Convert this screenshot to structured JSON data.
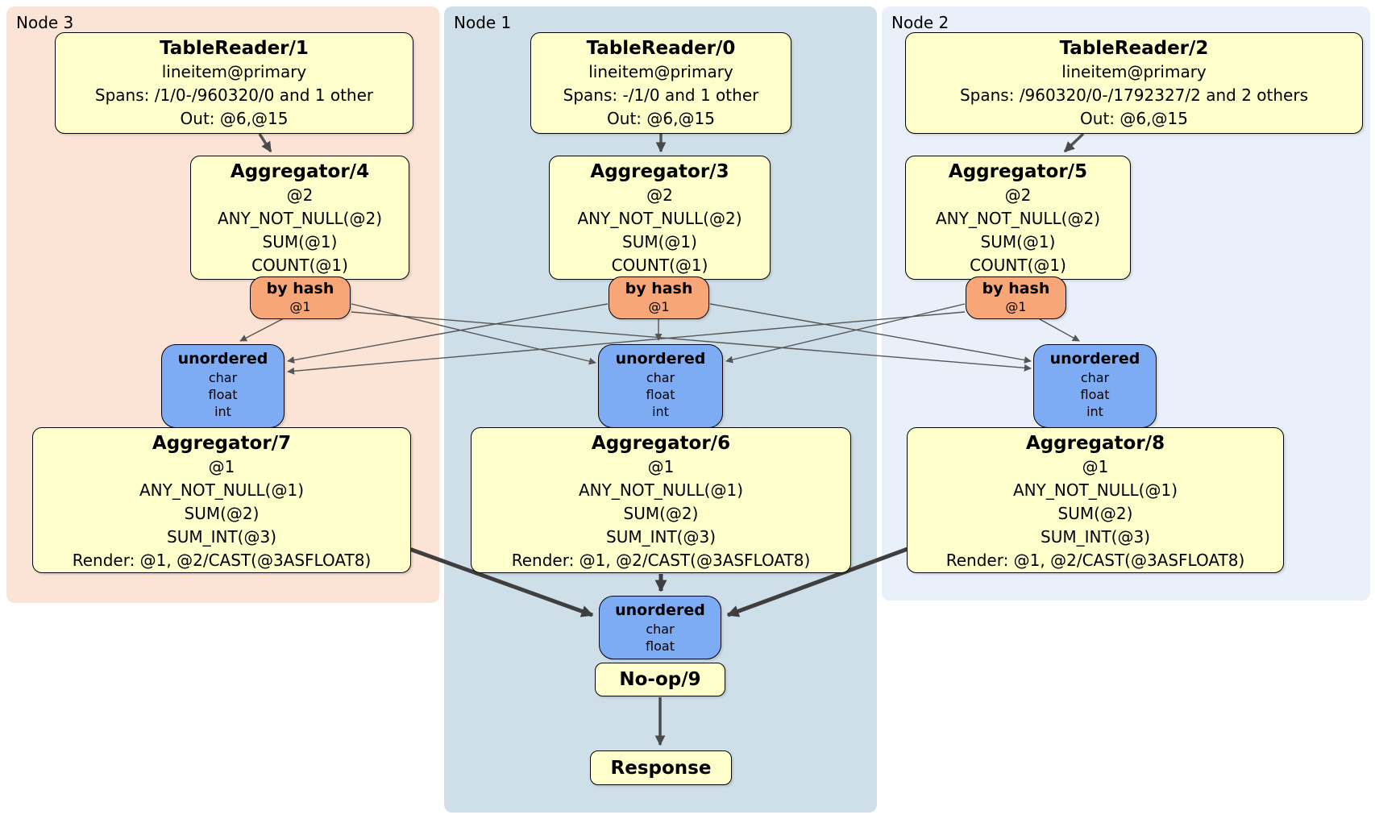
{
  "panels": [
    {
      "label": "Node 3"
    },
    {
      "label": "Node 1"
    },
    {
      "label": "Node 2"
    }
  ],
  "nodes": {
    "tablereader1": {
      "title": "TableReader/1",
      "lines": [
        "lineitem@primary",
        "Spans: /1/0-/960320/0 and 1 other",
        "Out: @6,@15"
      ]
    },
    "tablereader0": {
      "title": "TableReader/0",
      "lines": [
        "lineitem@primary",
        "Spans: -/1/0 and 1 other",
        "Out: @6,@15"
      ]
    },
    "tablereader2": {
      "title": "TableReader/2",
      "lines": [
        "lineitem@primary",
        "Spans: /960320/0-/1792327/2 and 2 others",
        "Out: @6,@15"
      ]
    },
    "aggregator4": {
      "title": "Aggregator/4",
      "lines": [
        "@2",
        "ANY_NOT_NULL(@2)",
        "SUM(@1)",
        "COUNT(@1)"
      ]
    },
    "aggregator3": {
      "title": "Aggregator/3",
      "lines": [
        "@2",
        "ANY_NOT_NULL(@2)",
        "SUM(@1)",
        "COUNT(@1)"
      ]
    },
    "aggregator5": {
      "title": "Aggregator/5",
      "lines": [
        "@2",
        "ANY_NOT_NULL(@2)",
        "SUM(@1)",
        "COUNT(@1)"
      ]
    },
    "byhash3": {
      "title": "by hash",
      "lines": [
        "@1"
      ]
    },
    "byhash1": {
      "title": "by hash",
      "lines": [
        "@1"
      ]
    },
    "byhash2": {
      "title": "by hash",
      "lines": [
        "@1"
      ]
    },
    "unordered3": {
      "title": "unordered",
      "lines": [
        "char",
        "float",
        "int"
      ]
    },
    "unordered1": {
      "title": "unordered",
      "lines": [
        "char",
        "float",
        "int"
      ]
    },
    "unordered2": {
      "title": "unordered",
      "lines": [
        "char",
        "float",
        "int"
      ]
    },
    "aggregator7": {
      "title": "Aggregator/7",
      "lines": [
        "@1",
        "ANY_NOT_NULL(@1)",
        "SUM(@2)",
        "SUM_INT(@3)",
        "Render: @1, @2/CAST(@3ASFLOAT8)"
      ]
    },
    "aggregator6": {
      "title": "Aggregator/6",
      "lines": [
        "@1",
        "ANY_NOT_NULL(@1)",
        "SUM(@2)",
        "SUM_INT(@3)",
        "Render: @1, @2/CAST(@3ASFLOAT8)"
      ]
    },
    "aggregator8": {
      "title": "Aggregator/8",
      "lines": [
        "@1",
        "ANY_NOT_NULL(@1)",
        "SUM(@2)",
        "SUM_INT(@3)",
        "Render: @1, @2/CAST(@3ASFLOAT8)"
      ]
    },
    "unordered_final": {
      "title": "unordered",
      "lines": [
        "char",
        "float"
      ]
    },
    "noop9": {
      "title": "No-op/9"
    },
    "response": {
      "title": "Response"
    }
  },
  "colors": {
    "panel_node3_bg": "#fbe3d6",
    "panel_node1_bg": "#cfdfe9",
    "panel_node2_bg": "#eaf0f9",
    "processor_bg": "#ffffcc",
    "router_bg": "#f7a678",
    "sync_bg": "#7dacf4",
    "edge_thin": "#555555",
    "edge_thick": "#3f3f3f"
  }
}
